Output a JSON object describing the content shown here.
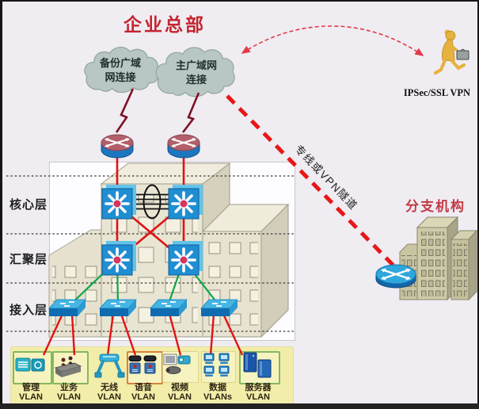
{
  "title": "企业总部",
  "clouds": {
    "backup": {
      "line1": "备份广域",
      "line2": "网连接"
    },
    "primary": {
      "line1": "主广域网",
      "line2": "连接"
    }
  },
  "remote_user_label": "IPSec/SSL VPN",
  "branch_label": "分支机构",
  "wan_tunnel_label": "专线或VPN隧道",
  "layers": [
    {
      "label": "核心层"
    },
    {
      "label": "汇聚层"
    },
    {
      "label": "接入层"
    }
  ],
  "vlans": [
    {
      "name": "管理",
      "type": "VLAN"
    },
    {
      "name": "业务",
      "type": "VLAN"
    },
    {
      "name": "无线",
      "type": "VLAN"
    },
    {
      "name": "语音",
      "type": "VLAN"
    },
    {
      "name": "视频",
      "type": "VLAN"
    },
    {
      "name": "数据",
      "type": "VLANs"
    },
    {
      "name": "服务器",
      "type": "VLAN"
    }
  ],
  "colors": {
    "background": "#efecf2",
    "title_red": "#c4242e",
    "cloud_fill": "#b9c7c4",
    "link_red": "#e21313",
    "link_green": "#0fa648",
    "bolt_maroon": "#7d1224",
    "dashed_red": "#e81616",
    "vlan_strip_yellow": "#f2eda9",
    "building_tan": "#e9e5d3",
    "device_blue": "#1f8ed2",
    "person_gold": "#e6b13c"
  }
}
